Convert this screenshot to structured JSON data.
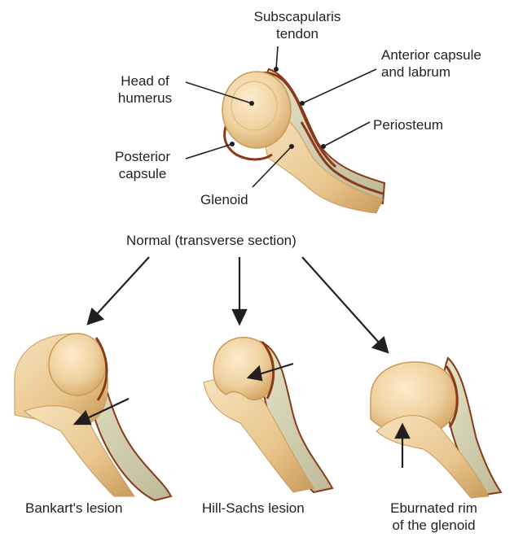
{
  "labels": {
    "subscapularis": [
      "Subscapularis",
      "tendon"
    ],
    "anterior_capsule": [
      "Anterior capsule",
      "and labrum"
    ],
    "head_of_humerus": [
      "Head of",
      "humerus"
    ],
    "periosteum": "Periosteum",
    "posterior_capsule": [
      "Posterior",
      "capsule"
    ],
    "glenoid": "Glenoid",
    "normal_caption": "Normal (transverse section)",
    "bankart": "Bankart's lesion",
    "hill_sachs": "Hill-Sachs lesion",
    "eburnated": [
      "Eburnated rim",
      "of the glenoid"
    ]
  },
  "colors": {
    "bone_light": "#f4ddb3",
    "bone_mid": "#e8c48a",
    "bone_shade": "#c99a5b",
    "capsule_green": "#d8d6b8",
    "capsule_line": "#8a3a1a",
    "ink": "#231f20"
  }
}
